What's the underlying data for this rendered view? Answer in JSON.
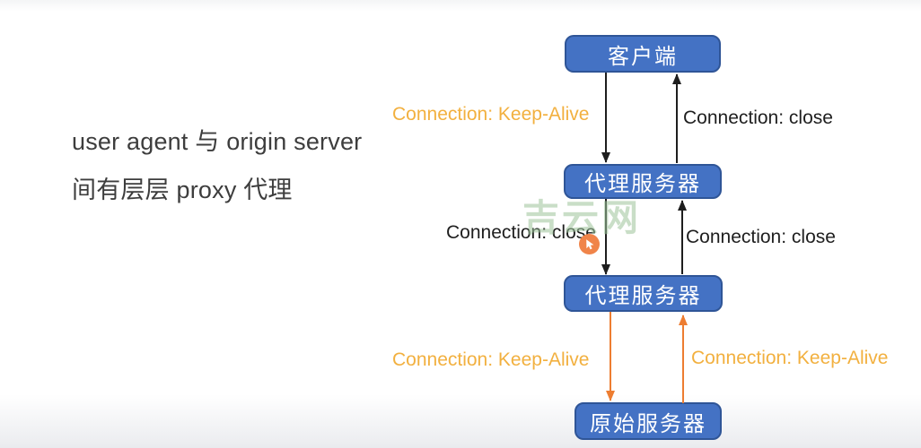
{
  "description": {
    "line1": "user agent 与 origin server",
    "line2": "间有层层 proxy 代理"
  },
  "nodes": {
    "client": "客户端",
    "proxy1": "代理服务器",
    "proxy2": "代理服务器",
    "origin": "原始服务器"
  },
  "edge_labels": {
    "top_left": "Connection: Keep-Alive",
    "top_right": "Connection: close",
    "mid_left": "Connection: close",
    "mid_right": "Connection: close",
    "bottom_left": "Connection: Keep-Alive",
    "bottom_right": "Connection: Keep-Alive"
  },
  "watermark": "吉云网",
  "colors": {
    "node_fill": "#4472C4",
    "node_border": "#2F5597",
    "keep_alive_text": "#F2B03F",
    "close_text": "#1E1E1E",
    "black_arrow": "#1E1E1E",
    "orange_arrow": "#ED7D31",
    "watermark_green": "#9DC49A",
    "cursor_orange": "#F08449"
  }
}
